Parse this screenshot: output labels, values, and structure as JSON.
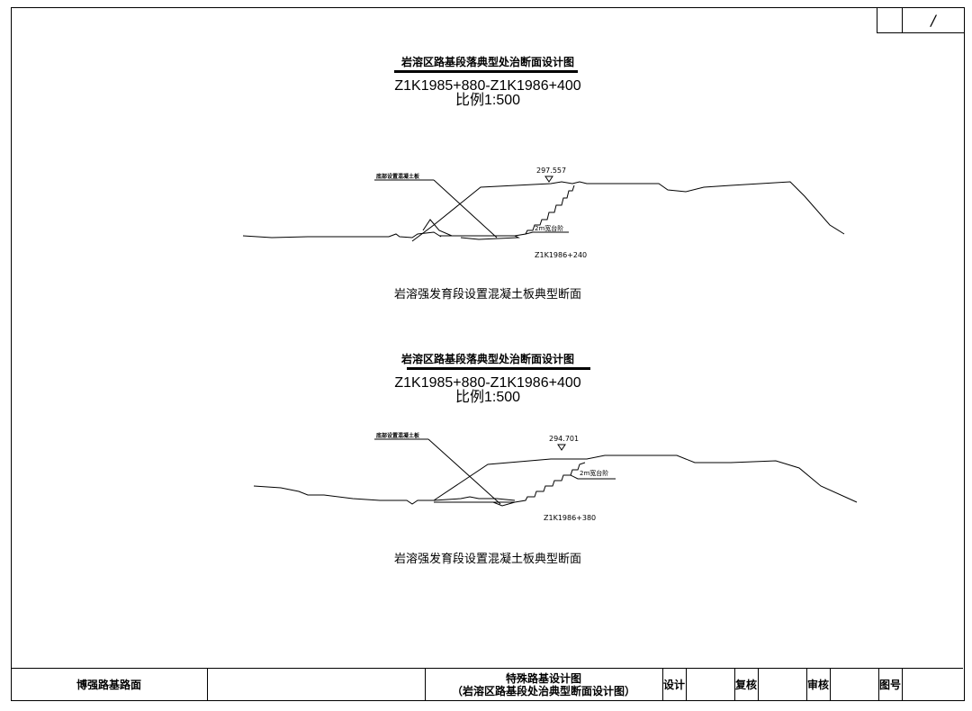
{
  "sheet": {
    "page_marker": "/"
  },
  "sections": [
    {
      "title": "岩溶区路基段落典型处治断面设计图",
      "range": "Z1K1985+880-Z1K1986+400",
      "scale": "比例1:500",
      "slab_label": "底部设置混凝土板",
      "elevation": "297.557",
      "bench_label": "2m宽台阶",
      "station": "Z1K1986+240",
      "caption": "岩溶强发育段设置混凝土板典型断面"
    },
    {
      "title": "岩溶区路基段落典型处治断面设计图",
      "range": "Z1K1985+880-Z1K1986+400",
      "scale": "比例1:500",
      "slab_label": "底部设置混凝土板",
      "elevation": "294.701",
      "bench_label": "2m宽台阶",
      "station": "Z1K1986+380",
      "caption": "岩溶强发育段设置混凝土板典型断面"
    }
  ],
  "title_block": {
    "project": "博强路基路面",
    "drawing_title_line1": "特殊路基设计图",
    "drawing_title_line2": "（岩溶区路基段处治典型断面设计图）",
    "design_label": "设计",
    "review_label": "复核",
    "approve_label": "审核",
    "drawing_no_label": "图号"
  }
}
